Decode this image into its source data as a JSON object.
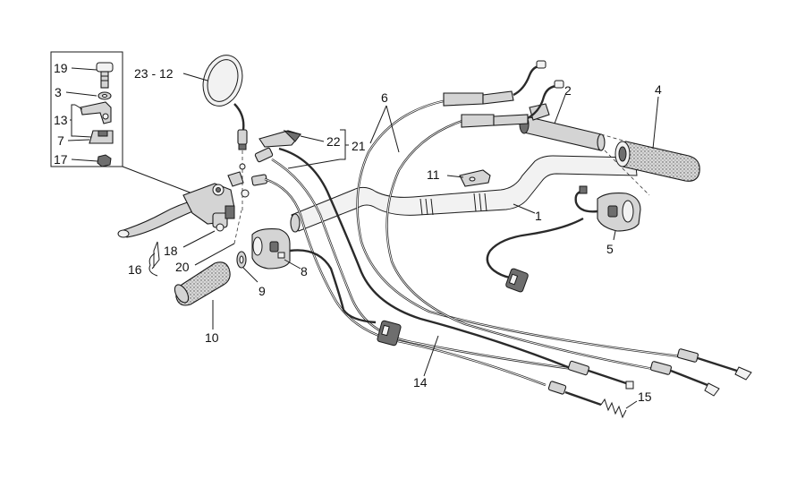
{
  "labels": {
    "p1": "1",
    "p2": "2",
    "p3": "3",
    "p4": "4",
    "p5": "5",
    "p6": "6",
    "p7": "7",
    "p8": "8",
    "p9": "9",
    "p10": "10",
    "p11": "11",
    "p13": "13",
    "p14": "14",
    "p15": "15",
    "p16": "16",
    "p17": "17",
    "p18": "18",
    "p19": "19",
    "p20": "20",
    "p21": "21",
    "p22": "22",
    "p23_12": "23 - 12"
  }
}
